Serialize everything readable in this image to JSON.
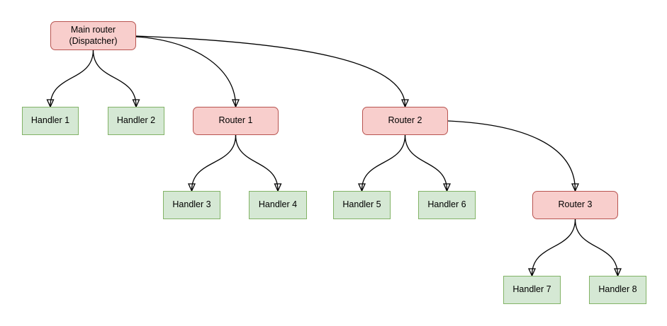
{
  "diagram": {
    "type": "tree",
    "colors": {
      "router_fill": "#f8cecc",
      "router_border": "#b85450",
      "handler_fill": "#d5e8d4",
      "handler_border": "#82b366",
      "edge": "#000000",
      "background": "#ffffff"
    },
    "nodes": {
      "main": {
        "line1": "Main router",
        "line2": "(Dispatcher)",
        "type": "router"
      },
      "h1": {
        "label": "Handler 1",
        "type": "handler"
      },
      "h2": {
        "label": "Handler 2",
        "type": "handler"
      },
      "r1": {
        "label": "Router 1",
        "type": "router"
      },
      "r2": {
        "label": "Router 2",
        "type": "router"
      },
      "h3": {
        "label": "Handler 3",
        "type": "handler"
      },
      "h4": {
        "label": "Handler 4",
        "type": "handler"
      },
      "h5": {
        "label": "Handler 5",
        "type": "handler"
      },
      "h6": {
        "label": "Handler 6",
        "type": "handler"
      },
      "r3": {
        "label": "Router 3",
        "type": "router"
      },
      "h7": {
        "label": "Handler 7",
        "type": "handler"
      },
      "h8": {
        "label": "Handler 8",
        "type": "handler"
      }
    },
    "edges": [
      {
        "from": "Main router (Dispatcher)",
        "to": "Handler 1"
      },
      {
        "from": "Main router (Dispatcher)",
        "to": "Handler 2"
      },
      {
        "from": "Main router (Dispatcher)",
        "to": "Router 1"
      },
      {
        "from": "Main router (Dispatcher)",
        "to": "Router 2"
      },
      {
        "from": "Router 1",
        "to": "Handler 3"
      },
      {
        "from": "Router 1",
        "to": "Handler 4"
      },
      {
        "from": "Router 2",
        "to": "Handler 5"
      },
      {
        "from": "Router 2",
        "to": "Handler 6"
      },
      {
        "from": "Router 2",
        "to": "Router 3"
      },
      {
        "from": "Router 3",
        "to": "Handler 7"
      },
      {
        "from": "Router 3",
        "to": "Handler 8"
      }
    ]
  }
}
